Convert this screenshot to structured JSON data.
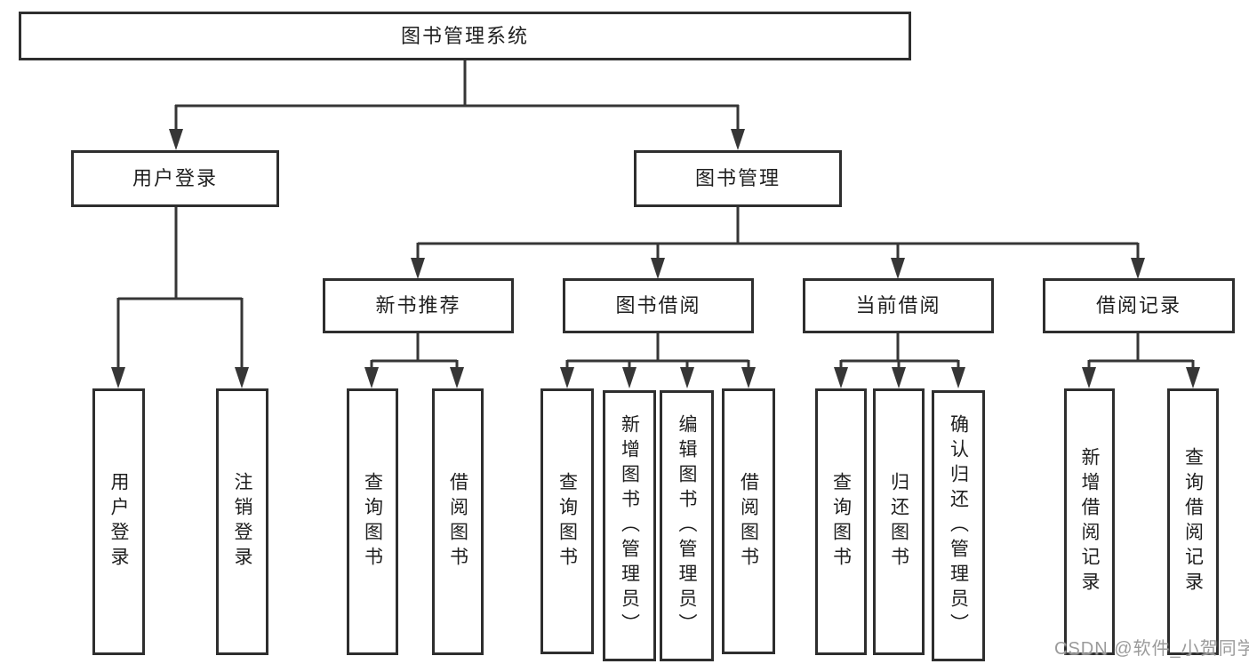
{
  "diagram_type": "hierarchy-tree",
  "colors": {
    "line": "#363636",
    "box_border": "#2e2e2e",
    "box_fill": "#ffffff",
    "text": "#1f1f1f",
    "watermark": "#9b9b9b",
    "background": "#ffffff"
  },
  "nodes": {
    "root": "图书管理系统",
    "user_login_branch": "用户登录",
    "book_management": "图书管理",
    "login": "用户登录",
    "logout": "注销登录",
    "new_book_recommend": "新书推荐",
    "book_borrow": "图书借阅",
    "current_borrow": "当前借阅",
    "borrow_record": "借阅记录",
    "nbr_query_book": "查询图书",
    "nbr_borrow_book": "借阅图书",
    "bb_query_book": "查询图书",
    "bb_add_book": "新增图书（管理员）",
    "bb_edit_book": "编辑图书（管理员）",
    "bb_borrow_book": "借阅图书",
    "cb_query_book": "查询图书",
    "cb_return_book": "归还图书",
    "cb_confirm_return": "确认归还（管理员）",
    "br_add_record": "新增借阅记录",
    "br_query_record": "查询借阅记录"
  },
  "watermark": "CSDN @软件_小贺同学"
}
